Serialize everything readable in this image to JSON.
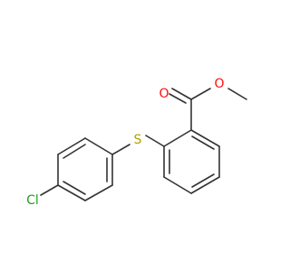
{
  "molecule": {
    "atoms": [
      {
        "id": "O_carbonyl",
        "label": "O",
        "color": "#ff0d0d"
      },
      {
        "id": "O_ester",
        "label": "O",
        "color": "#ff0d0d"
      },
      {
        "id": "S",
        "label": "S",
        "color": "#b2a200"
      },
      {
        "id": "Cl",
        "label": "Cl",
        "color": "#1fa01f"
      }
    ],
    "bond_color": "#333333"
  }
}
